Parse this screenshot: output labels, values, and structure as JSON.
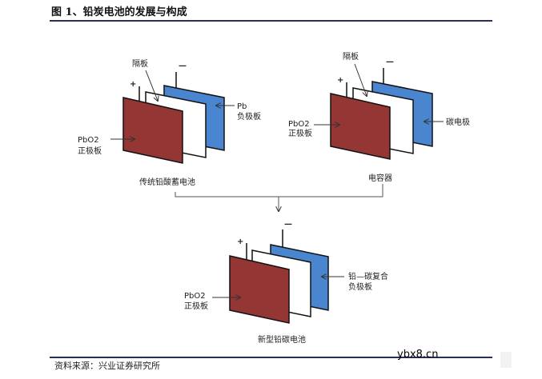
{
  "title": "图 1、铅炭电池的发展与构成",
  "source": "资料来源：兴业证券研究所",
  "watermark": "ybx8.cn",
  "colors": {
    "positive_plate": "#943634",
    "negative_plate": "#4a86d0",
    "separator": "#ffffff"
  },
  "diagrams": [
    {
      "name": "传统铅酸蓄电池",
      "separator": "隔板",
      "plus": "+",
      "minus": "—",
      "pos_line1": "PbO2",
      "pos_line2": "正极板",
      "neg_line1": "Pb",
      "neg_line2": "负极板"
    },
    {
      "name": "电容器",
      "separator": "隔板",
      "plus": "+",
      "minus": "—",
      "pos_line1": "PbO2",
      "pos_line2": "正极板",
      "neg_line1": "碳电极"
    },
    {
      "name": "新型铅碳电池",
      "plus": "+",
      "minus": "—",
      "pos_line1": "PbO2",
      "pos_line2": "正极板",
      "neg_line1": "铅—碳复合",
      "neg_line2": "负极板"
    }
  ]
}
